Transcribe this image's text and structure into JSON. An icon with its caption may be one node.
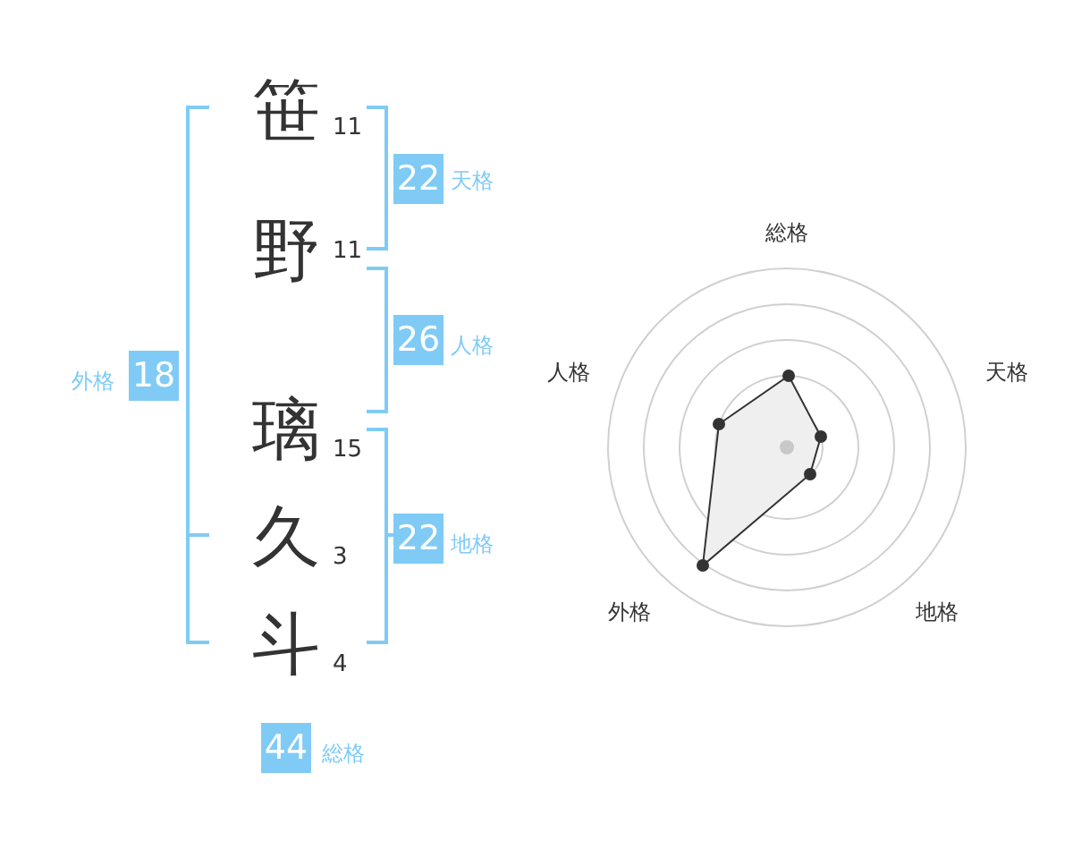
{
  "diagram": {
    "nodes": [
      {
        "text": [
          "22"
        ],
        "beside": [
          "天格"
        ]
      },
      {
        "text": [
          "26"
        ],
        "beside": [
          "人格"
        ]
      },
      {
        "text": [
          "18"
        ],
        "beside": [
          "外格"
        ]
      },
      {
        "text": [
          "22"
        ],
        "beside": [
          "地格"
        ]
      },
      {
        "text": [
          "44"
        ],
        "beside": [
          "総格"
        ]
      }
    ],
    "labels": [
      "笹",
      "11",
      "野",
      "11",
      "璃",
      "15",
      "久",
      "3",
      "斗",
      "4",
      "総格",
      "人格",
      "天格",
      "外格",
      "地格"
    ]
  }
}
